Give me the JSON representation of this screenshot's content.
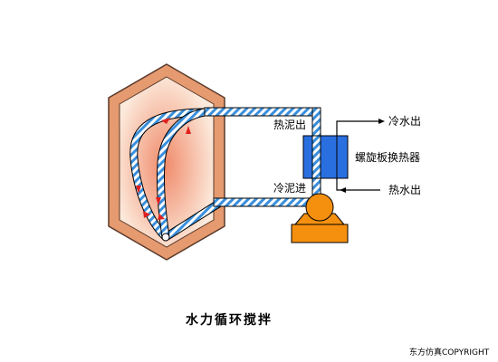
{
  "labels": {
    "hot_sludge_out": "热泥出",
    "cold_sludge_in": "冷泥进",
    "cold_water_out": "冷水出",
    "hot_water_out": "热水出",
    "heat_exchanger": "螺旋板换热器",
    "title": "水力循环搅拌",
    "copyright": "东方仿真COPYRIGHT"
  },
  "colors": {
    "vessel_wall": "#E69A70",
    "vessel_outline": "#5A3A2A",
    "vessel_core": "#F08A6A",
    "vessel_edge": "#FCEBDD",
    "pipe_stripe": "#3A8FDC",
    "pipe_bg": "#FFFFFF",
    "exchanger": "#2A6FE0",
    "pump": "#F5900F",
    "flow_arrow": "#E0201E",
    "outline": "#000000"
  },
  "icons": {
    "flow": "red-flow-arrow",
    "exchanger": "heat-exchanger-block",
    "pump": "circulation-pump"
  }
}
